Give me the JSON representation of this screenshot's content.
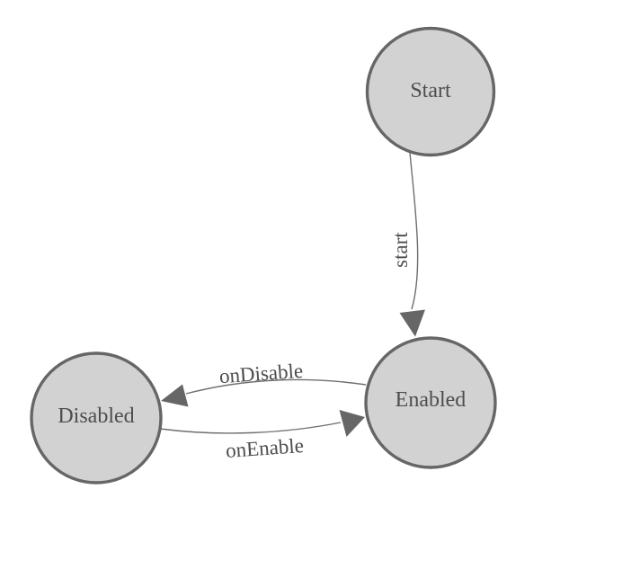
{
  "diagram": {
    "type": "state-machine",
    "background": "#ffffff",
    "palette": {
      "node_fill": "#d2d2d2",
      "node_border": "#666666",
      "edge_line": "#6f6f6f",
      "arrowhead": "#666666",
      "label_text": "#4d4d4d"
    },
    "nodes": [
      {
        "id": "start",
        "label": "Start"
      },
      {
        "id": "enabled",
        "label": "Enabled"
      },
      {
        "id": "disabled",
        "label": "Disabled"
      }
    ],
    "edges": [
      {
        "from": "start",
        "to": "enabled",
        "label": "start"
      },
      {
        "from": "enabled",
        "to": "disabled",
        "label": "onDisable"
      },
      {
        "from": "disabled",
        "to": "enabled",
        "label": "onEnable"
      }
    ]
  }
}
